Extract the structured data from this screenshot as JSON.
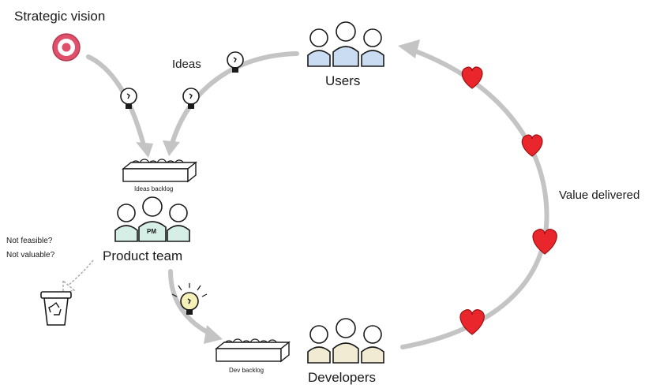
{
  "labels": {
    "strategic_vision": "Strategic vision",
    "ideas": "Ideas",
    "users": "Users",
    "value_delivered": "Value delivered",
    "ideas_backlog": "Ideas backlog",
    "pm": "PM",
    "product_team": "Product team",
    "not_feasible": "Not feasible?",
    "not_valuable": "Not valuable?",
    "dev_backlog": "Dev backlog",
    "developers": "Developers"
  },
  "colors": {
    "arrow": "#c4c4c4",
    "heart": "#e8262c",
    "target": "#e0506a",
    "users": "#c9dcf2",
    "product_team": "#d6efe6",
    "developers": "#f0ebd2",
    "lit_bulb": "#f4f0b8"
  },
  "icons": [
    "target-icon",
    "lightbulb-icon",
    "heart-icon",
    "recycle-bin-icon",
    "people-icon",
    "backlog-box-icon"
  ]
}
